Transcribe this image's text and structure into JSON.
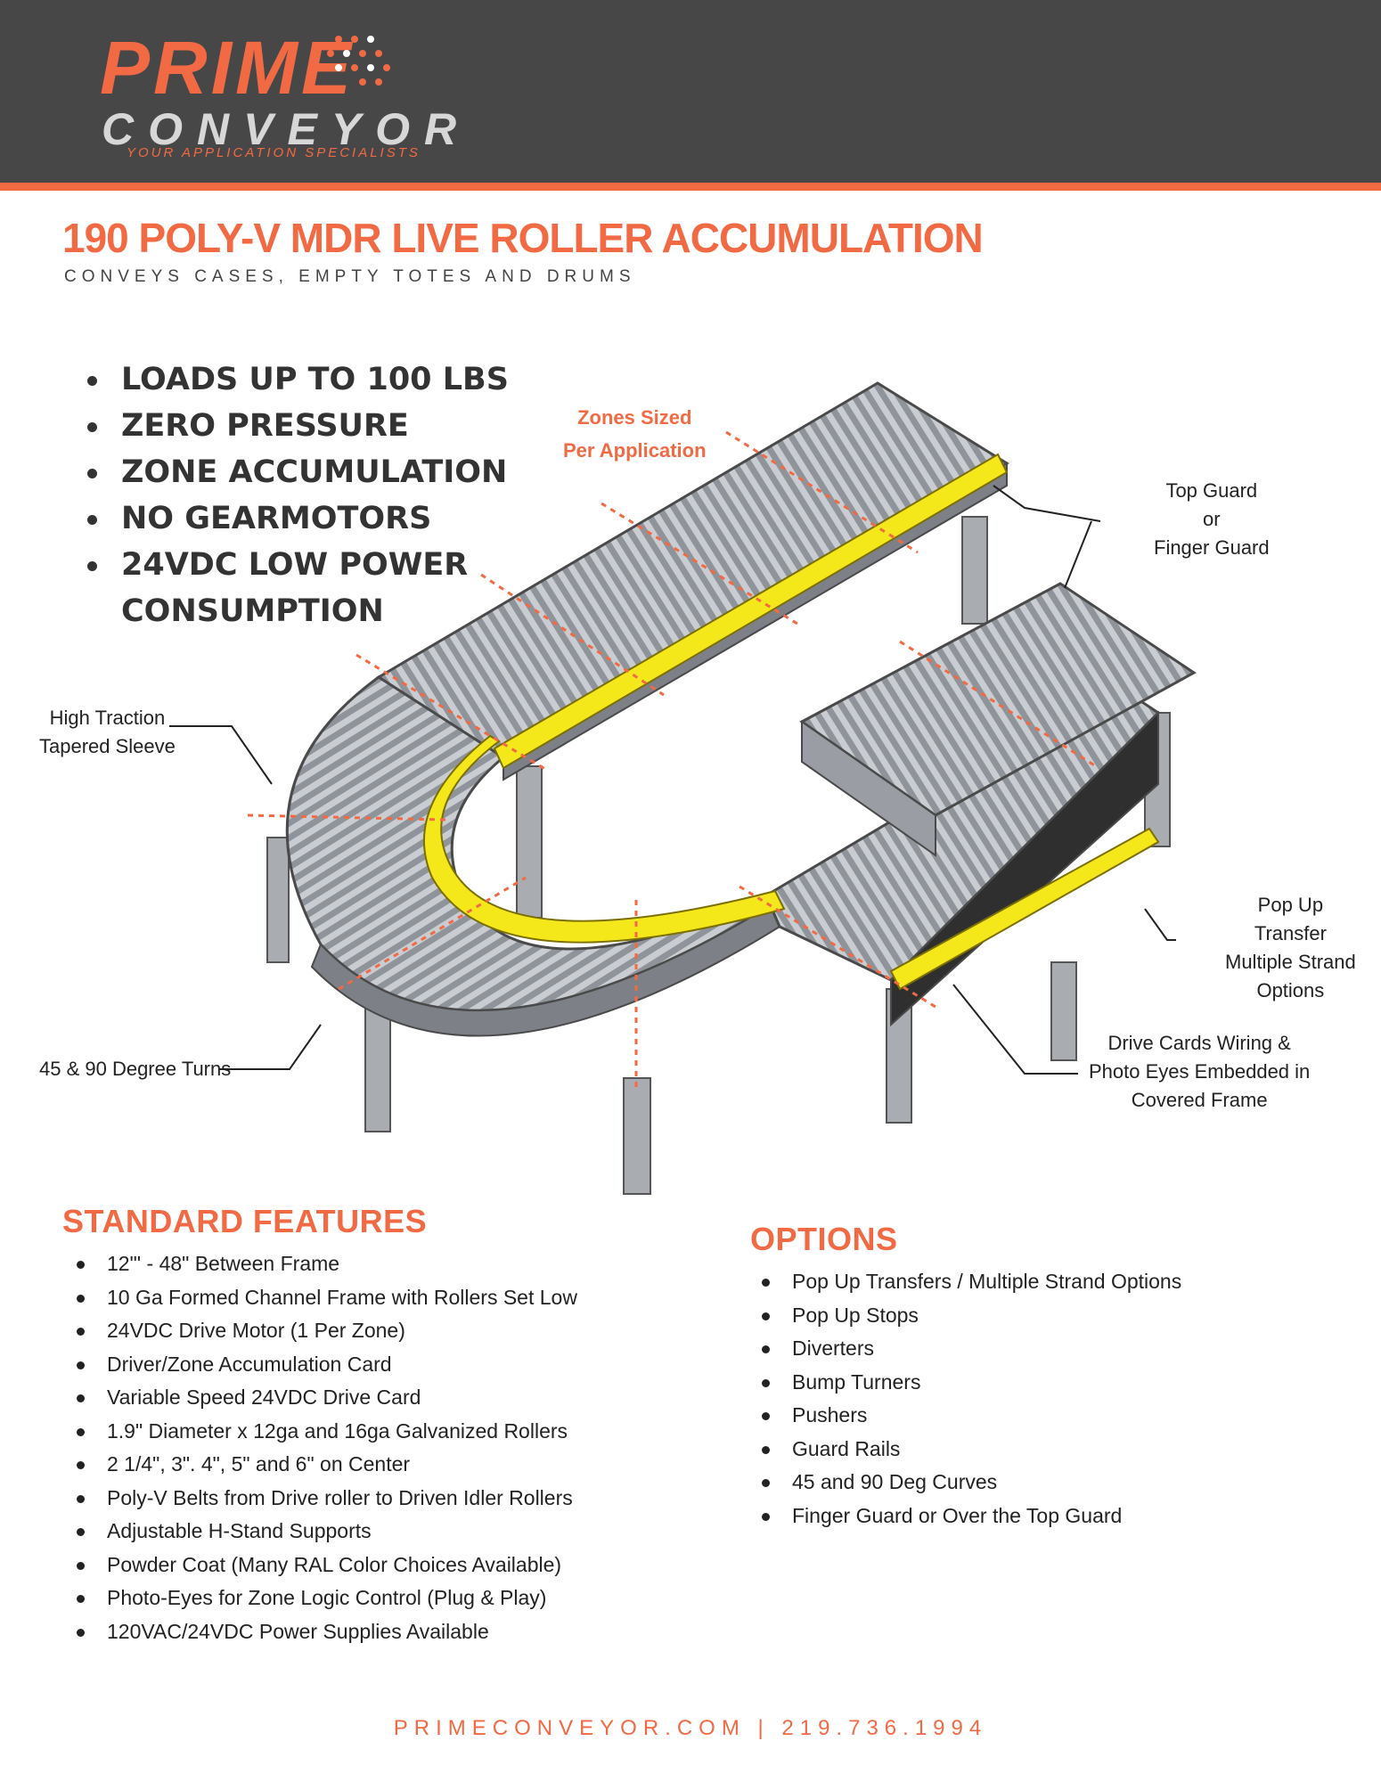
{
  "brand": {
    "name": "PRIME",
    "sub": "CONVEYOR",
    "tagline": "YOUR APPLICATION SPECIALISTS",
    "accent": "#f26a43",
    "header_bg": "#474747"
  },
  "title": "190 POLY-V MDR LIVE ROLLER ACCUMULATION",
  "subtitle": "CONVEYS CASES, EMPTY TOTES AND DRUMS",
  "highlights": [
    "LOADS UP TO 100 LBS",
    "ZERO PRESSURE",
    "ZONE ACCUMULATION",
    "NO GEARMOTORS",
    "24VDC LOW POWER\nCONSUMPTION"
  ],
  "callouts": {
    "zones": "Zones Sized\nPer Application",
    "top_guard": "Top Guard\nor\nFinger Guard",
    "high_traction": "High Traction\nTapered Sleeve",
    "pop_up": "Pop Up\nTransfer\nMultiple Strand\nOptions",
    "turns": "45 & 90 Degree Turns",
    "drive_cards": "Drive Cards Wiring &\nPhoto Eyes Embedded in\nCovered Frame"
  },
  "standard_features": {
    "title": "STANDARD FEATURES",
    "items": [
      "12\"' - 48\" Between Frame",
      "10 Ga Formed Channel Frame with Rollers Set Low",
      "24VDC Drive Motor (1 Per Zone)",
      "Driver/Zone Accumulation Card",
      "Variable Speed 24VDC Drive Card",
      "1.9\" Diameter x 12ga and 16ga Galvanized Rollers",
      "2 1/4\", 3\". 4\", 5\" and 6\" on Center",
      "Poly-V Belts from Drive roller to Driven Idler Rollers",
      "Adjustable H-Stand Supports",
      "Powder Coat (Many RAL Color Choices Available)",
      "Photo-Eyes for Zone Logic Control (Plug & Play)",
      "120VAC/24VDC Power Supplies Available"
    ]
  },
  "options": {
    "title": "OPTIONS",
    "items": [
      "Pop Up Transfers / Multiple Strand Options",
      "Pop Up Stops",
      "Diverters",
      "Bump Turners",
      "Pushers",
      "Guard Rails",
      "45 and 90 Deg Curves",
      "Finger Guard or Over the Top Guard"
    ]
  },
  "footer": "PRIMECONVEYOR.COM | 219.736.1994"
}
